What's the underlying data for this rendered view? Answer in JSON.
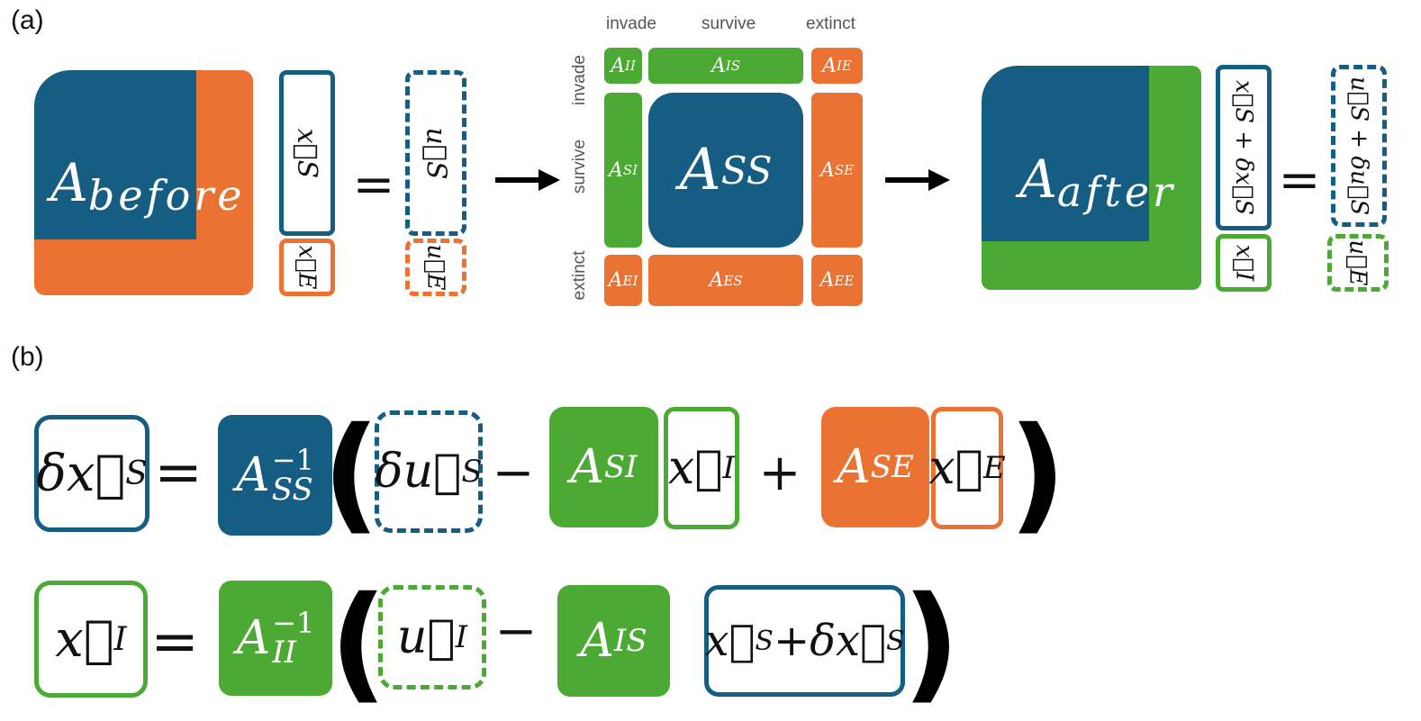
{
  "labels": {
    "panel_a": "(a)",
    "panel_b": "(b)"
  },
  "colors": {
    "survive": "#165d83",
    "extinct": "#ea7334",
    "invade": "#4caa34"
  },
  "panel_a": {
    "before_matrix": "A",
    "before_sub": "before",
    "vec_xs": "x⃗S",
    "vec_xe": "x⃗E",
    "vec_us": "u⃗S",
    "vec_ue": "u⃗E",
    "equals": "=",
    "col_headers": [
      "invade",
      "survive",
      "extinct"
    ],
    "row_headers": [
      "invade",
      "survive",
      "extinct"
    ],
    "blocks": {
      "II": "II",
      "IS": "IS",
      "IE": "IE",
      "SI": "SI",
      "SS": "SS",
      "SE": "SE",
      "EI": "EI",
      "ES": "ES",
      "EE": "EE"
    },
    "A": "A",
    "after_matrix": "A",
    "after_sub": "after",
    "vec_xs_after": "x⃗S + δx⃗S",
    "vec_xi": "x⃗I",
    "vec_us_after": "u⃗S + δu⃗S",
    "vec_ue_after": "u⃗E"
  },
  "panel_b": {
    "eq1": {
      "lhs": "δx⃗",
      "lhs_sub": "S",
      "equals": "=",
      "inv_base": "A",
      "inv_sup": "−1",
      "inv_sub": "SS",
      "open": "(",
      "du": "δu⃗",
      "du_sub": "S",
      "minus": "−",
      "asi": "A",
      "asi_sub": "SI",
      "xi": "x⃗",
      "xi_sub": "I",
      "plus": "+",
      "ase": "A",
      "ase_sub": "SE",
      "xe": "x⃗",
      "xe_sub": "E",
      "close": ")"
    },
    "eq2": {
      "lhs": "x⃗",
      "lhs_sub": "I",
      "equals": "=",
      "inv_base": "A",
      "inv_sup": "−1",
      "inv_sub": "II",
      "open": "(",
      "ui": "u⃗",
      "ui_sub": "I",
      "minus": "−",
      "ais": "A",
      "ais_sub": "IS",
      "xs": "x⃗",
      "xs_sub": "S",
      "plus": "+",
      "dxs": "δx⃗",
      "dxs_sub": "S",
      "close": ")"
    }
  }
}
